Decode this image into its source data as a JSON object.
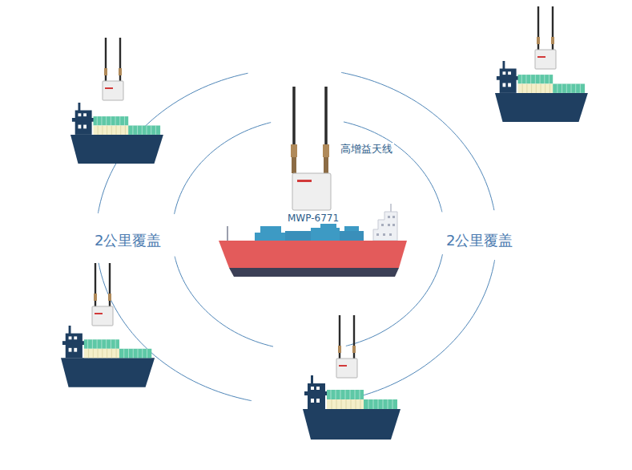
{
  "diagram": {
    "labels": [
      "高增益天线",
      "MWP-6771",
      "2公里覆盖",
      "2公里覆盖"
    ]
  }
}
